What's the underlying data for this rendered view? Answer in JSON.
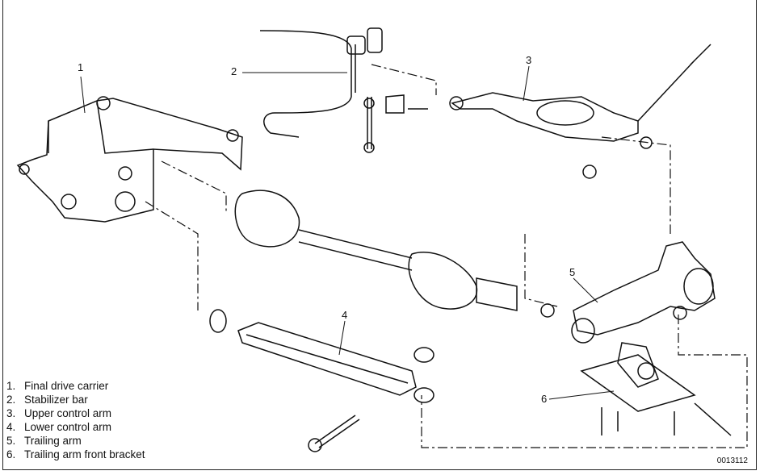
{
  "callouts": [
    "1",
    "2",
    "3",
    "4",
    "5",
    "6"
  ],
  "legend": [
    {
      "num": "1.",
      "label": "Final drive carrier"
    },
    {
      "num": "2.",
      "label": "Stabilizer bar"
    },
    {
      "num": "3.",
      "label": "Upper control arm"
    },
    {
      "num": "4.",
      "label": "Lower control arm"
    },
    {
      "num": "5.",
      "label": "Trailing arm"
    },
    {
      "num": "6.",
      "label": "Trailing arm front bracket"
    }
  ],
  "figure_code": "0013112"
}
